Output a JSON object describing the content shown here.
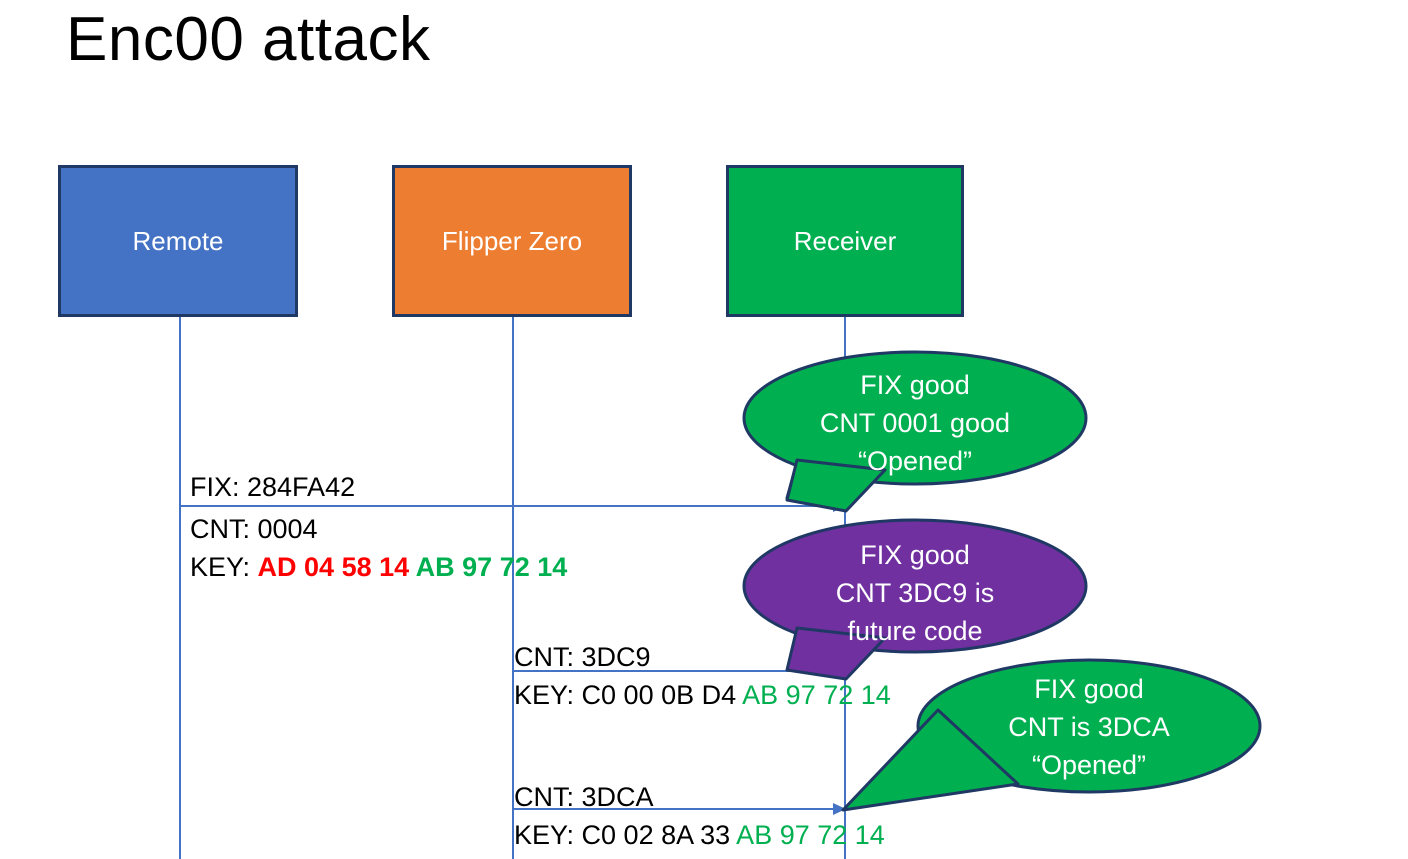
{
  "slide": {
    "title": "Enc00 attack",
    "background": "#FFFFFF"
  },
  "colors": {
    "remote_blue": "#4472C4",
    "flipper_orange": "#ED7D31",
    "receiver_green": "#00B050",
    "future_code_purple": "#7030A0",
    "border_navy": "#1F3864",
    "red_text": "#FF0000",
    "green_text": "#00B050"
  },
  "actors": [
    {
      "name": "remote",
      "label": "Remote"
    },
    {
      "name": "flipper",
      "label": "Flipper Zero"
    },
    {
      "name": "receiver",
      "label": "Receiver"
    }
  ],
  "messages": [
    {
      "from": "remote",
      "to": "receiver",
      "fix_label": "FIX: 284FA42",
      "cnt_label": "CNT: 0004",
      "key_label": "KEY: ",
      "key_red": "AD 04 58 14",
      "key_green": " AB 97 72 14"
    },
    {
      "from": "flipper",
      "to": "receiver",
      "cnt_label": "CNT: 3DC9",
      "key_label": "KEY: C0 00 0B D4",
      "key_green": " AB 97 72 14"
    },
    {
      "from": "flipper",
      "to": "receiver",
      "cnt_label": "CNT: 3DCA",
      "key_label": "KEY: C0 02 8A 33",
      "key_green": " AB 97 72 14"
    }
  ],
  "callouts": [
    {
      "name": "callout-fix-good-cnt-0001",
      "fill": "#00B050",
      "line1": "FIX good",
      "line2": "CNT 0001 good",
      "line3": "“Opened”"
    },
    {
      "name": "callout-future-code",
      "fill": "#7030A0",
      "line1": "FIX good",
      "line2": "CNT 3DC9 is",
      "line3": "future code"
    },
    {
      "name": "callout-fix-good-cnt-3dca",
      "fill": "#00B050",
      "line1": "FIX good",
      "line2": "CNT is 3DCA",
      "line3": "“Opened”"
    }
  ]
}
